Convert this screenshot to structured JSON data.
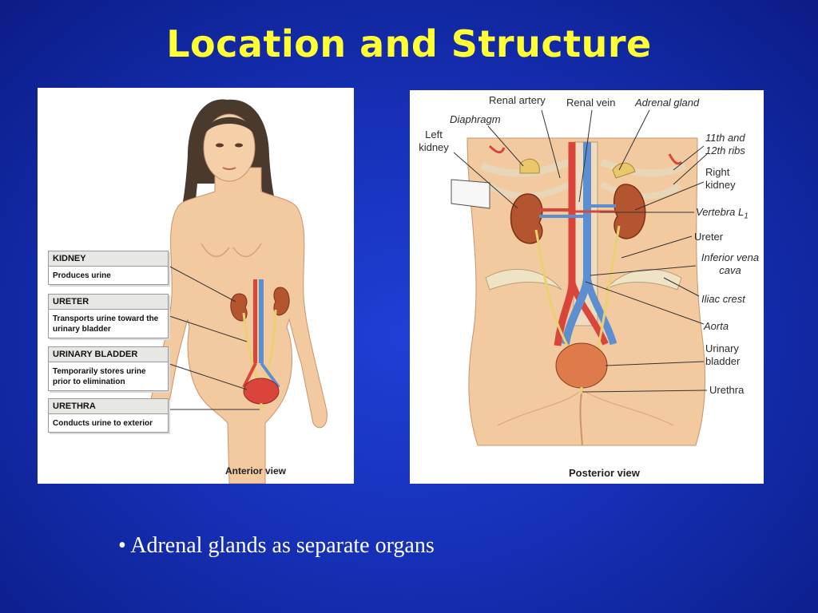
{
  "title": "Location and Structure",
  "anterior": {
    "caption": "Anterior view",
    "boxes": [
      {
        "header": "KIDNEY",
        "body": "Produces urine"
      },
      {
        "header": "URETER",
        "body": "Transports urine toward the urinary bladder"
      },
      {
        "header": "URINARY BLADDER",
        "body": "Temporarily stores urine prior to elimination"
      },
      {
        "header": "URETHRA",
        "body": "Conducts urine to exterior"
      }
    ]
  },
  "posterior": {
    "caption": "Posterior view",
    "labels": {
      "renal_artery": "Renal artery",
      "renal_vein": "Renal vein",
      "adrenal_gland": "Adrenal gland",
      "diaphragm": "Diaphragm",
      "left_kidney": "Left kidney",
      "ribs": "11th and 12th ribs",
      "right_kidney": "Right kidney",
      "vertebra": "Vertebra L",
      "vertebra_sub": "1",
      "ureter": "Ureter",
      "ivc": "Inferior vena cava",
      "iliac_crest": "Iliac crest",
      "aorta": "Aorta",
      "urinary_bladder": "Urinary bladder",
      "urethra": "Urethra"
    }
  },
  "bullet": "• Adrenal glands as separate organs",
  "colors": {
    "title": "#ffff33",
    "background": "#1631b8",
    "skin": "#f3c9a0",
    "kidney": "#b5552f",
    "artery": "#d9453a",
    "vein": "#5d8fd0"
  }
}
